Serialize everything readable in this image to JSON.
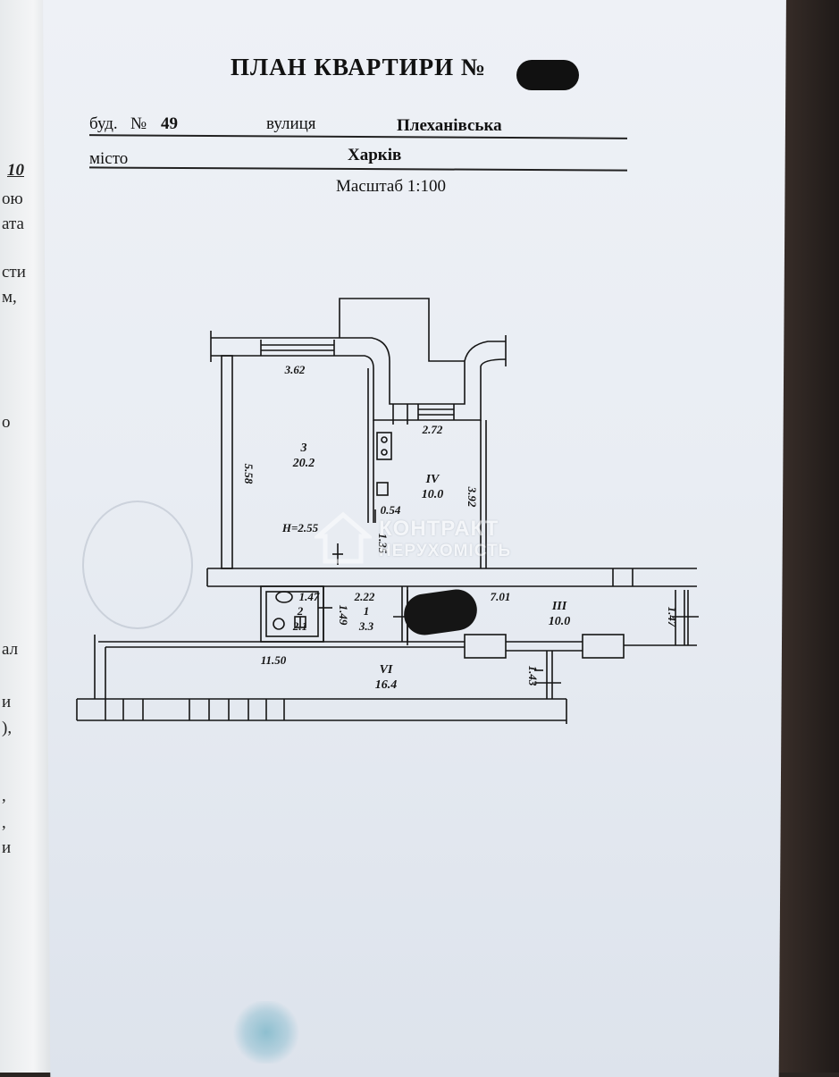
{
  "header": {
    "title": "ПЛАН КВАРТИРИ №",
    "building_label": "буд.",
    "number_label": "№",
    "building_number": "49",
    "street_label": "вулиця",
    "street": "Плеханівська",
    "city_label": "місто",
    "city": "Харків",
    "scale": "Масштаб 1:100"
  },
  "left_page_fragments": [
    "10",
    "ою",
    "ата",
    "сти",
    "м,",
    "о",
    "ал",
    "и",
    "),",
    ",",
    ",",
    "и"
  ],
  "plan": {
    "rooms": [
      {
        "number": "3",
        "area": "20.2"
      },
      {
        "number": "IV",
        "area": "10.0"
      },
      {
        "number": "2",
        "area": "2.1"
      },
      {
        "number": "1",
        "area": "3.3"
      },
      {
        "number": "III",
        "area": "10.0"
      },
      {
        "number": "VI",
        "area": "16.4"
      }
    ],
    "dimensions": {
      "d362": "3.62",
      "d558": "5.58",
      "d272": "2.72",
      "d392": "3.92",
      "d054": "0.54",
      "d135": "1.35",
      "height": "H=2.55",
      "d147a": "1.47",
      "d222": "2.22",
      "d701": "7.01",
      "d149": "1.49",
      "d147b": "1.47",
      "d1150": "11.50",
      "d143": "1.43"
    }
  },
  "watermark": {
    "line1": "КОНТРАКТ",
    "line2": "НЕРУХОМІСТЬ"
  }
}
